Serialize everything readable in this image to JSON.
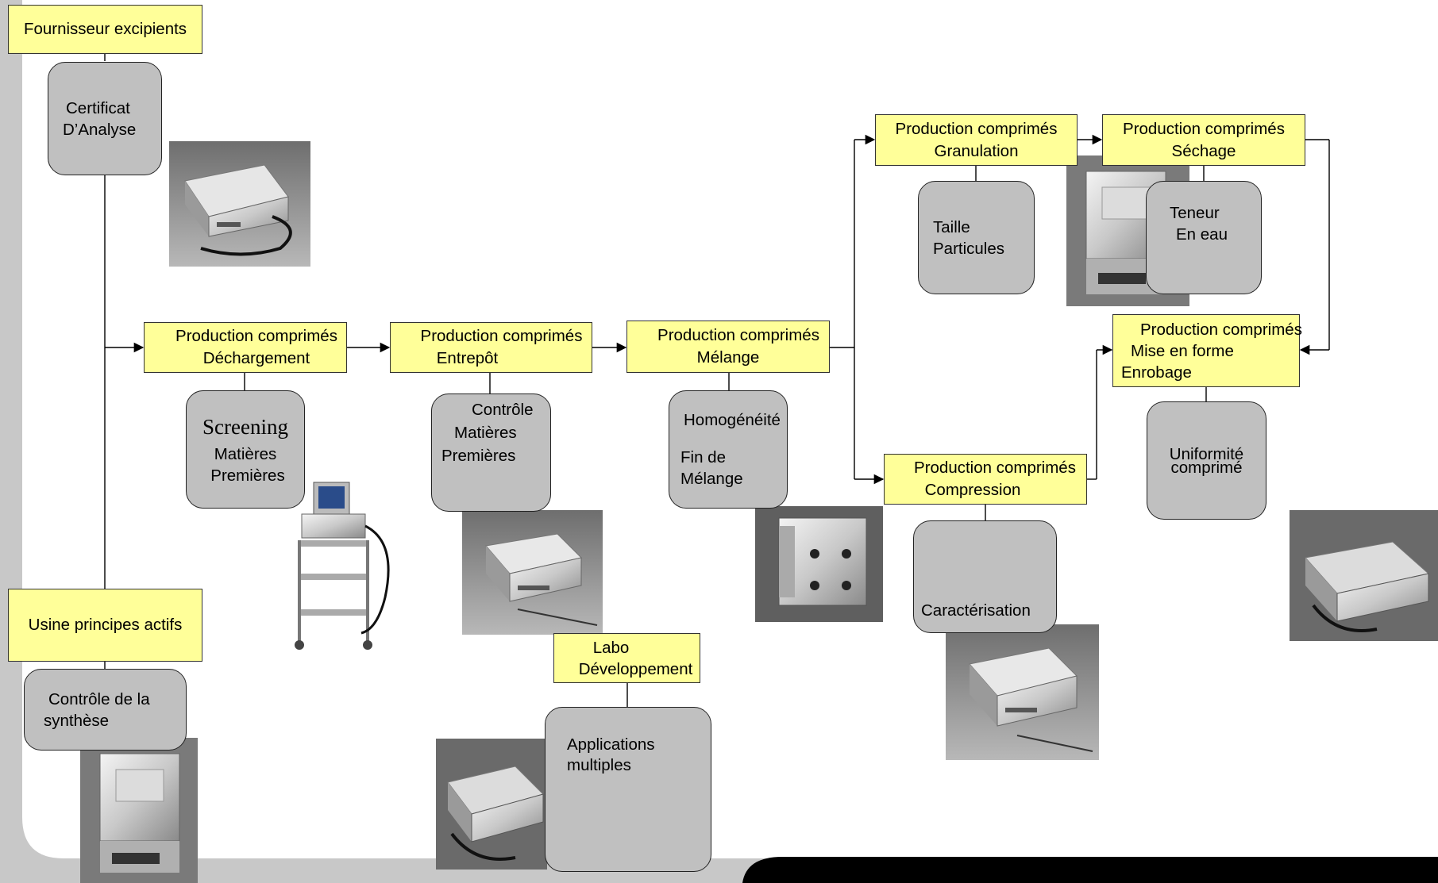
{
  "diagram": {
    "supplier": {
      "title": "Fournisseur excipients",
      "check_line1": "Certificat",
      "check_line2": "D’Analyse"
    },
    "api_plant": {
      "title": "Usine principes actifs",
      "check_line1": "Contrôle de la",
      "check_line2": "synthèse"
    },
    "unloading": {
      "line1": "Production comprimés",
      "line2": "Déchargement",
      "check_line1": "Screening",
      "check_line2": "Matières",
      "check_line3": "Premières"
    },
    "warehouse": {
      "line1": "Production comprimés",
      "line2": "Entrepôt",
      "check_line1": "Contrôle",
      "check_line2": "Matières",
      "check_line3": "Premières"
    },
    "mixing": {
      "line1": "Production comprimés",
      "line2": "Mélange",
      "check_line1": "Homogénéité",
      "check_line2": "Fin de",
      "check_line3": "Mélange"
    },
    "granulation": {
      "line1": "Production comprimés",
      "line2": "Granulation",
      "check_line1": "Taille",
      "check_line2": "Particules"
    },
    "drying": {
      "line1": "Production comprimés",
      "line2": "Séchage",
      "check_line1": "Teneur",
      "check_line2": "En eau"
    },
    "compression": {
      "line1": "Production comprimés",
      "line2": "Compression",
      "check_line1": "Caractérisation"
    },
    "shaping": {
      "line1": "Production comprimés",
      "line2": "Mise en forme",
      "line3": "Enrobage",
      "check_line1": "Uniformité",
      "check_line2": "comprimé"
    },
    "lab": {
      "line1": "Labo",
      "line2": "Développement",
      "check_line1": "Applications",
      "check_line2": "multiples"
    }
  },
  "colors": {
    "process_box": "#ffff99",
    "check_box": "#c0c0c0",
    "frame": "#c8c8c8",
    "band": "#000000"
  }
}
